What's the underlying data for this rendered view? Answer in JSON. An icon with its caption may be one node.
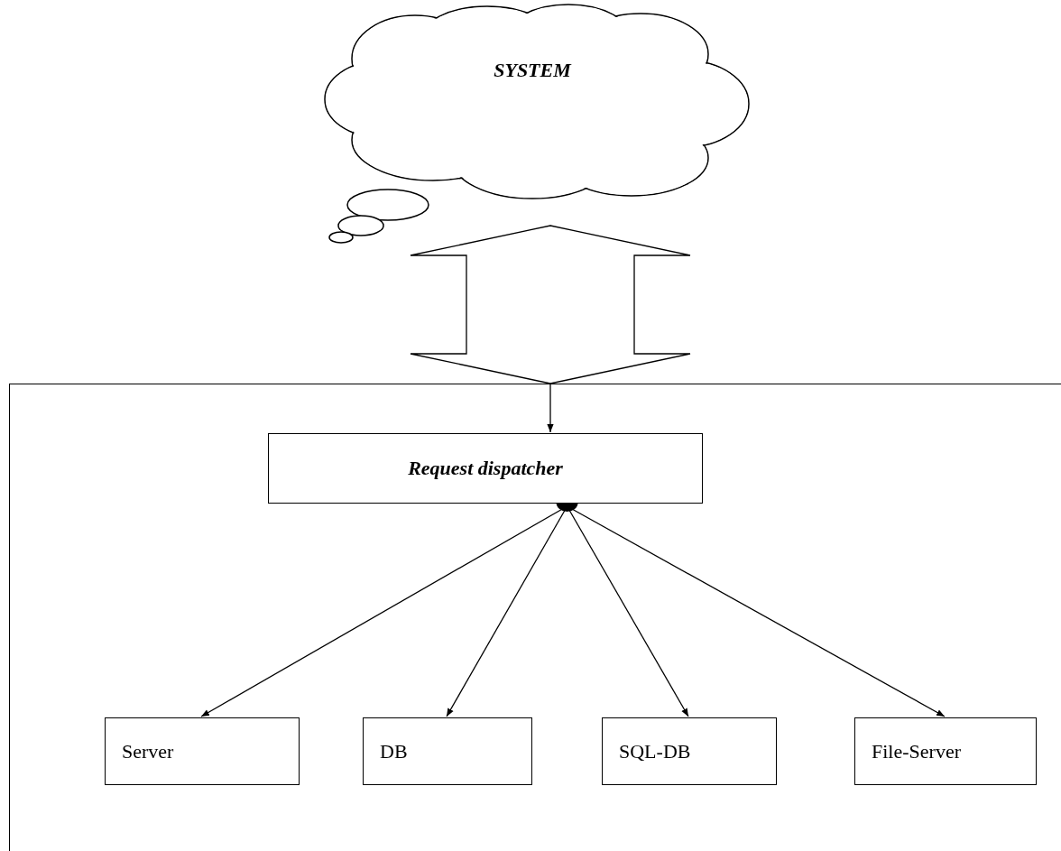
{
  "diagram": {
    "nodes": [
      {
        "text": [
          "SYSTEM"
        ]
      },
      {
        "text": [],
        "shape": "box"
      },
      {
        "text": [
          "Request dispatcher"
        ],
        "in": 1
      },
      {
        "text": [
          "Server"
        ],
        "in": 1
      },
      {
        "text": [
          "DB"
        ],
        "in": 1
      },
      {
        "text": [
          "SQL-DB"
        ],
        "in": 1
      },
      {
        "text": [
          "File-Server"
        ],
        "in": 1
      }
    ],
    "edges": [
      {
        "from": 0,
        "to": 1,
        "arrow": "both",
        "style": "thick"
      },
      {
        "from": null,
        "to": 2,
        "arrow": "to"
      },
      {
        "from": 2,
        "to": 3,
        "arrow": "to"
      },
      {
        "from": 2,
        "to": 4,
        "arrow": "to"
      },
      {
        "from": 2,
        "to": 5,
        "arrow": "to"
      },
      {
        "from": 2,
        "to": 6,
        "arrow": "to"
      }
    ]
  }
}
